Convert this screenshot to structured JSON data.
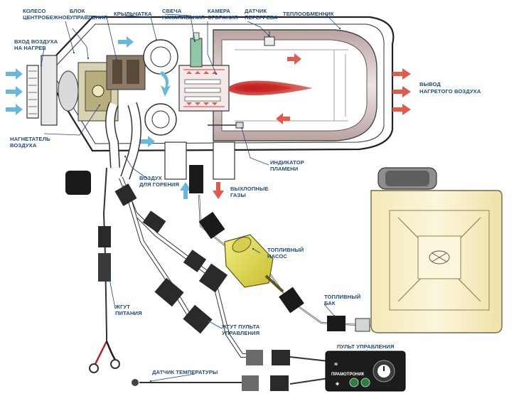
{
  "colors": {
    "label": "#1f4a82",
    "hot_air": "#e05a4e",
    "cold_air": "#6ab7dc",
    "tank": "#f7efc2",
    "pump": "#e9e25a",
    "housing": "#ffffff",
    "heat_exchanger": "#c9b7b7",
    "wire_dark": "#1a1a1a"
  },
  "labels": {
    "impeller": [
      "КОЛЕСО",
      "ЦЕНТРОБЕЖНОЕ"
    ],
    "control_unit": [
      "БЛОК",
      "УПРАВЛЕНИЯ"
    ],
    "impeller_fan": [
      "КРЫЛЬЧАТКА"
    ],
    "glow_plug": [
      "СВЕЧА",
      "НАКАЛИВАНИЯ"
    ],
    "combustion_chamber": [
      "КАМЕРА",
      "СГОРАНИЯ"
    ],
    "overheat_sensor": [
      "ДАТЧИК",
      "ПЕРЕГРЕВА"
    ],
    "heat_exchanger": [
      "ТЕПЛООБМЕННИК"
    ],
    "air_inlet": [
      "ВХОД ВОЗДУХА",
      "НА НАГРЕВ"
    ],
    "hot_air_outlet": [
      "ВЫВОД",
      "НАГРЕТОГО ВОЗДУХА"
    ],
    "blower": [
      "НАГНЕТАТЕЛЬ",
      "ВОЗДУХА"
    ],
    "flame_indicator": [
      "ИНДИКАТОР",
      "ПЛАМЕНИ"
    ],
    "combustion_air": [
      "ВОЗДУХ",
      "ДЛЯ ГОРЕНИЯ"
    ],
    "exhaust": [
      "ВЫХЛОПНЫЕ",
      "ГАЗЫ"
    ],
    "fuel_pump": [
      "ТОПЛИВНЫЙ",
      "НАСОС"
    ],
    "fuel_tank": [
      "ТОПЛИВНЫЙ",
      "БАК"
    ],
    "power_harness": [
      "ЖГУТ",
      "ПИТАНИЯ"
    ],
    "panel_harness": [
      "ЖГУТ ПУЛЬТА",
      "УПРАВЛЕНИЯ"
    ],
    "control_panel": [
      "ПУЛЬТ УПРАВЛЕНИЯ"
    ],
    "temperature_sensor": [
      "ДАТЧИК ТЕМПЕРАТУРЫ"
    ]
  },
  "panel_brand": "ПРАМОТРОНИК"
}
